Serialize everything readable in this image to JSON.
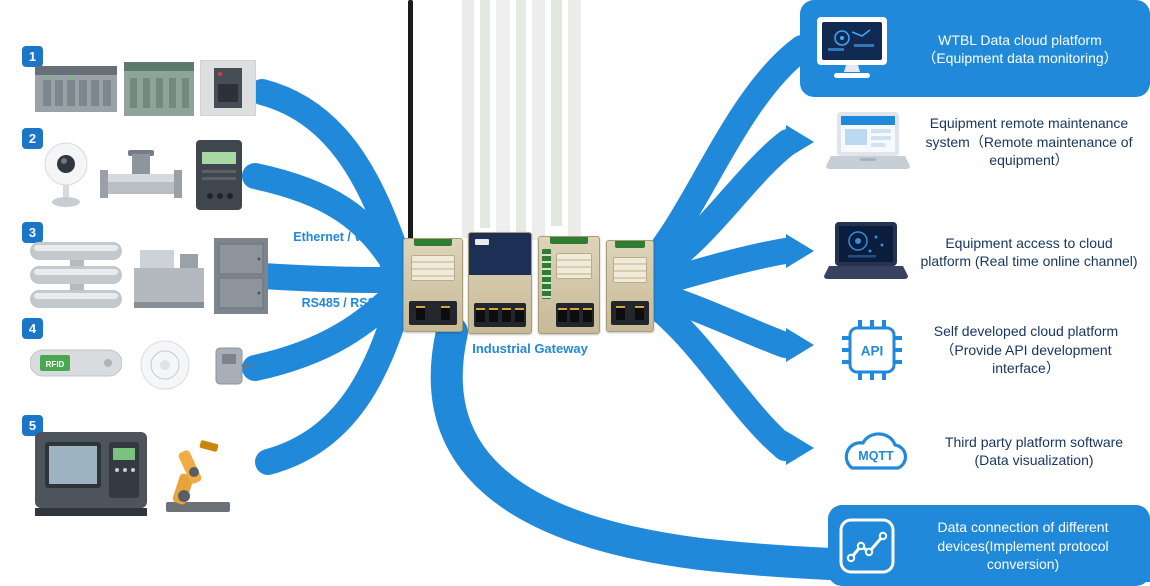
{
  "colors": {
    "accent": "#2089d9",
    "navy_text": "#16355f",
    "badge_blue": "#1b76c8",
    "device_beige": "#d0c4a2"
  },
  "left_groups": [
    {
      "number": "1"
    },
    {
      "number": "2"
    },
    {
      "number": "3"
    },
    {
      "number": "4"
    },
    {
      "number": "5"
    }
  ],
  "center": {
    "caption": "Industrial Gateway",
    "link_label_top": "Ethernet / WIFI",
    "link_label_bottom": "RS485 / RS232"
  },
  "right_items": [
    {
      "text": "WTBL Data cloud platform（Equipment data monitoring）"
    },
    {
      "text": "Equipment remote maintenance system（Remote maintenance of equipment）"
    },
    {
      "text": "Equipment access to cloud platform (Real time online channel)"
    },
    {
      "text": "Self developed cloud platform（Provide API development interface）"
    },
    {
      "text": "Third party platform software (Data visualization)"
    },
    {
      "text": "Data connection of different devices(Implement protocol conversion)"
    }
  ],
  "icon_labels": {
    "api": "API",
    "mqtt": "MQTT",
    "rfid": "RFID"
  }
}
